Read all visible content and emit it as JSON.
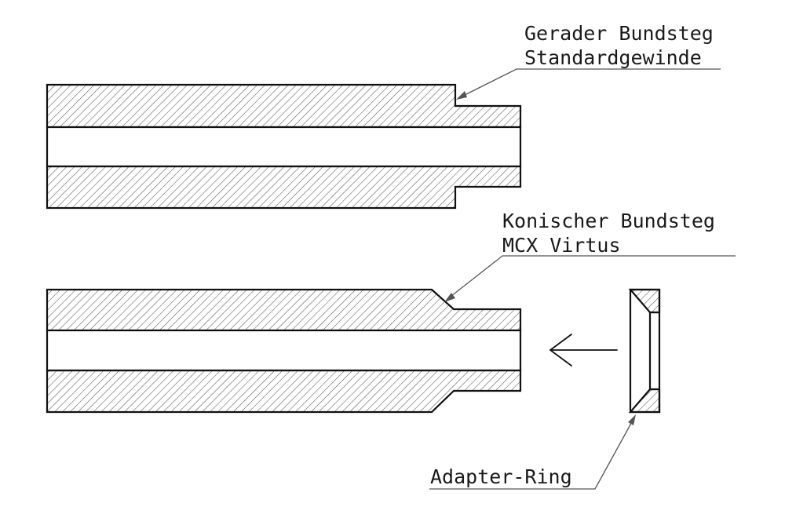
{
  "labels": {
    "straight_collar_line1": "Gerader Bundsteg",
    "straight_collar_line2": "Standardgewinde",
    "conical_collar_line1": "Konischer Bundsteg",
    "conical_collar_line2": "MCX Virtus",
    "adapter_ring": "Adapter-Ring"
  },
  "colors": {
    "line": "#111111",
    "leader": "#555555",
    "hatch": "#555555",
    "background": "#ffffff"
  }
}
